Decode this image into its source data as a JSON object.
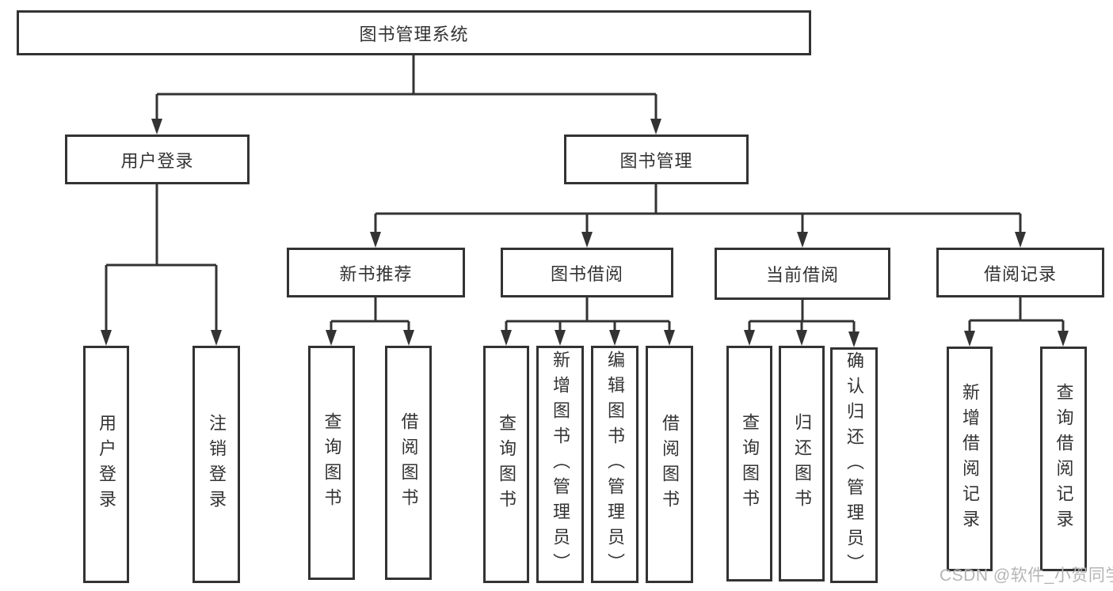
{
  "diagram_type": "tree",
  "root": {
    "label": "图书管理系统"
  },
  "level2": {
    "user_login": {
      "label": "用户登录",
      "children": {
        "login": {
          "label": "用户登录"
        },
        "logout": {
          "label": "注销登录"
        }
      }
    },
    "book_mgmt": {
      "label": "图书管理",
      "children": {
        "new_books": {
          "label": "新书推荐",
          "children": {
            "query_books": {
              "label": "查询图书"
            },
            "borrow_books": {
              "label": "借阅图书"
            }
          }
        },
        "book_borrow": {
          "label": "图书借阅",
          "children": {
            "query_books": {
              "label": "查询图书"
            },
            "add_books": {
              "label": "新增图书（管理员）"
            },
            "edit_books": {
              "label": "编辑图书（管理员）"
            },
            "borrow_books": {
              "label": "借阅图书"
            }
          }
        },
        "current_borrow": {
          "label": "当前借阅",
          "children": {
            "query_books": {
              "label": "查询图书"
            },
            "return_books": {
              "label": "归还图书"
            },
            "confirm_return": {
              "label": "确认归还（管理员）"
            }
          }
        },
        "borrow_records": {
          "label": "借阅记录",
          "children": {
            "add_record": {
              "label": "新增借阅记录"
            },
            "query_record": {
              "label": "查询借阅记录"
            }
          }
        }
      }
    }
  },
  "watermark": {
    "text": "CSDN @软件_小贺同学"
  },
  "colors": {
    "line": "#333333",
    "text": "#333333",
    "watermark": "#b5b5b5",
    "background": "#ffffff"
  }
}
